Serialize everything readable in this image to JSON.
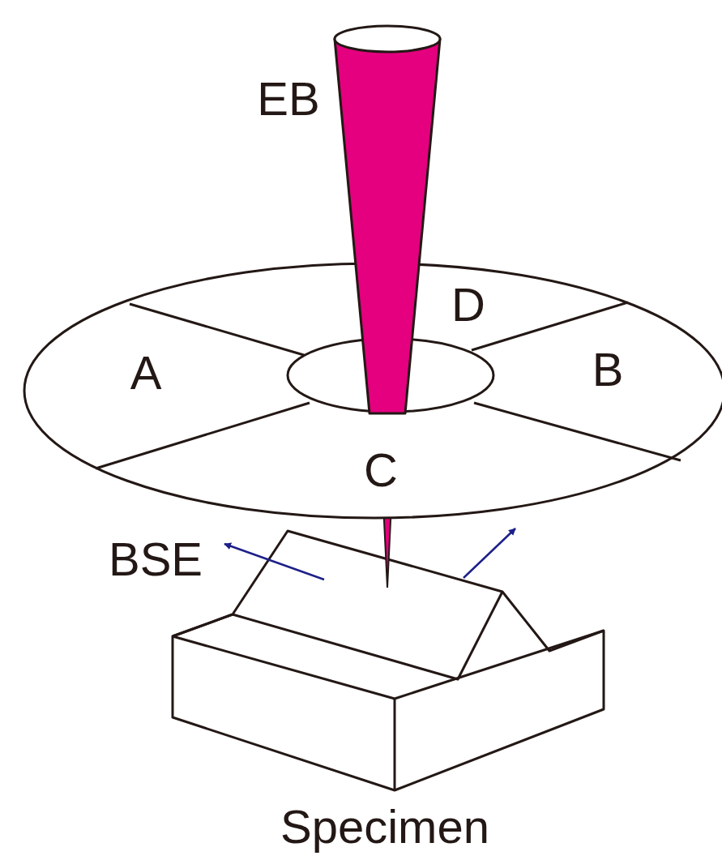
{
  "diagram": {
    "labels": [
      "EB",
      "D",
      "A",
      "B",
      "C",
      "BSE",
      "Specimen"
    ]
  }
}
